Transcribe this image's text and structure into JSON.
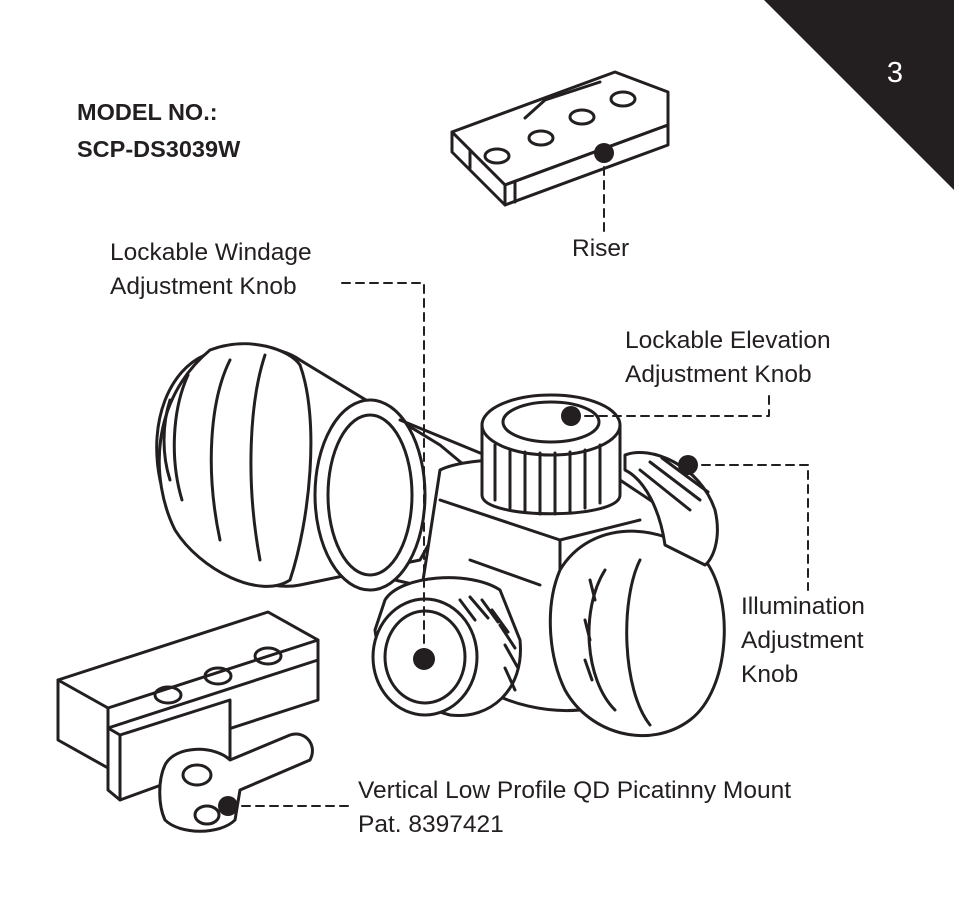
{
  "page_number": "3",
  "model": {
    "line1": "MODEL NO.:",
    "line2": "SCP-DS3039W"
  },
  "labels": {
    "riser": "Riser",
    "windage": {
      "line1": "Lockable Windage",
      "line2": "Adjustment Knob"
    },
    "elevation": {
      "line1": "Lockable Elevation",
      "line2": "Adjustment Knob"
    },
    "illumination": {
      "line1": "Illumination",
      "line2": "Adjustment",
      "line3": "Knob"
    },
    "mount": {
      "line1": "Vertical Low Profile QD Picatinny Mount",
      "line2": "Pat. 8397421"
    }
  },
  "colors": {
    "ink": "#231f20",
    "paper": "#ffffff"
  }
}
